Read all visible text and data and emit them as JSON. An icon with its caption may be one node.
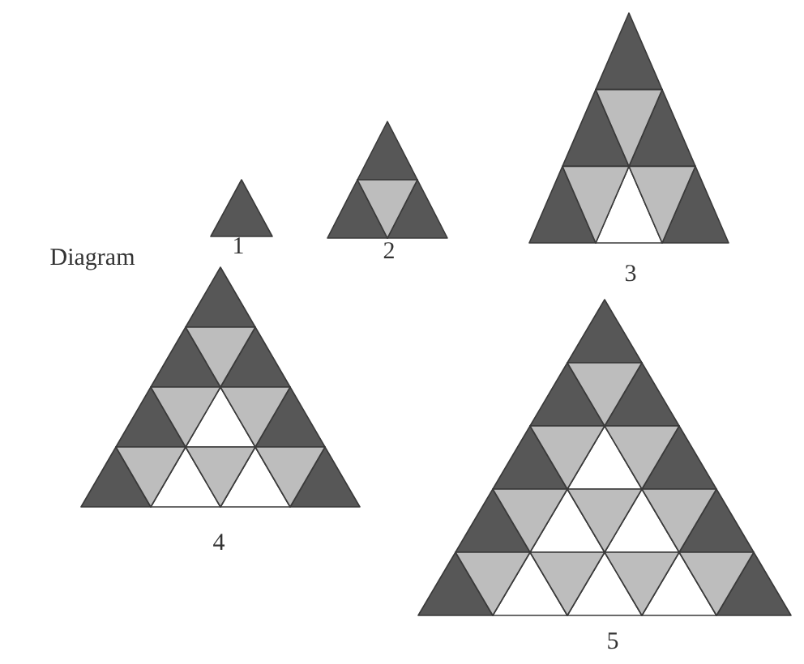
{
  "diagram": {
    "labels": [
      "Diagram",
      "1",
      "2",
      "3",
      "4",
      "5"
    ]
  }
}
